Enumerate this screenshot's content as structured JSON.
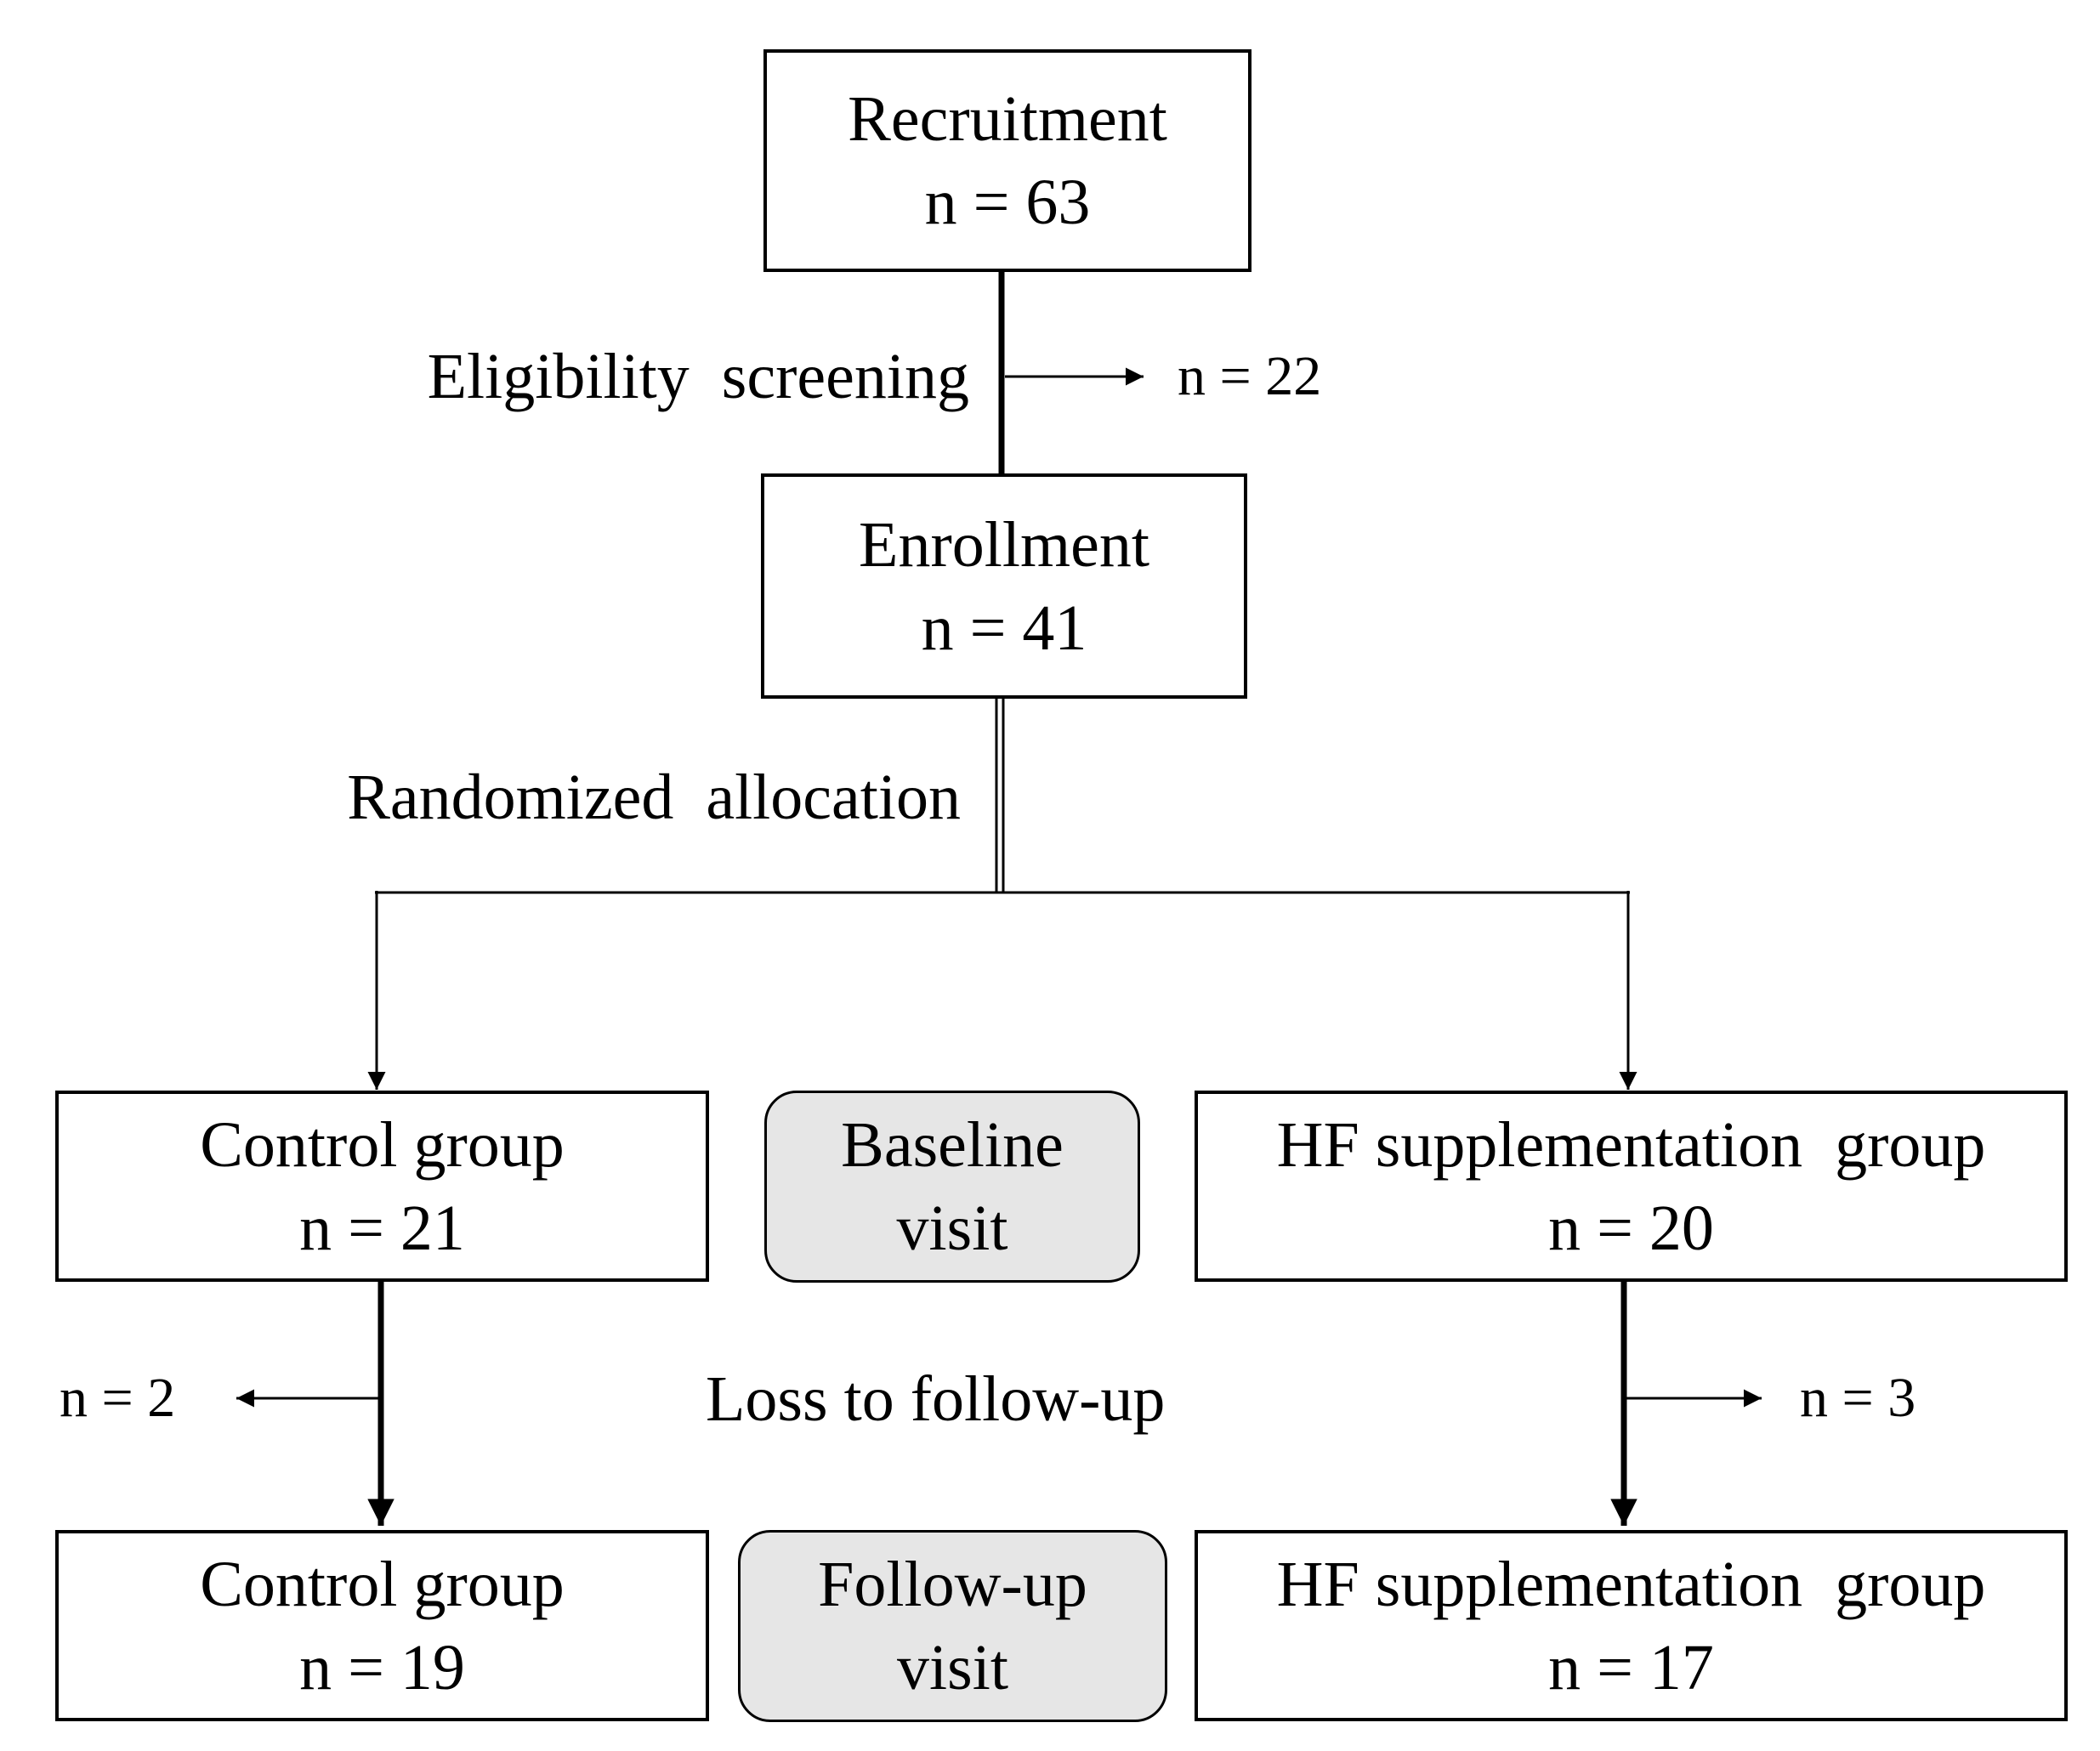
{
  "flowchart": {
    "recruitment": {
      "title": "Recruitment",
      "count": "n = 63"
    },
    "eligibility": {
      "label": "Eligibility  screening",
      "excluded": "n = 22"
    },
    "enrollment": {
      "title": "Enrollment",
      "count": "n = 41"
    },
    "allocation": {
      "label": "Randomized  allocation"
    },
    "control_baseline": {
      "title": "Control group",
      "count": "n = 21"
    },
    "baseline_visit": {
      "line1": "Baseline",
      "line2": "visit"
    },
    "hf_baseline": {
      "title": "HF supplementation  group",
      "count": "n = 20"
    },
    "loss": {
      "label": "Loss to follow-up",
      "control_lost": "n = 2",
      "hf_lost": "n = 3"
    },
    "control_followup": {
      "title": "Control group",
      "count": "n = 19"
    },
    "followup_visit": {
      "line1": "Follow-up",
      "line2": "visit"
    },
    "hf_followup": {
      "title": "HF supplementation  group",
      "count": "n = 17"
    }
  }
}
